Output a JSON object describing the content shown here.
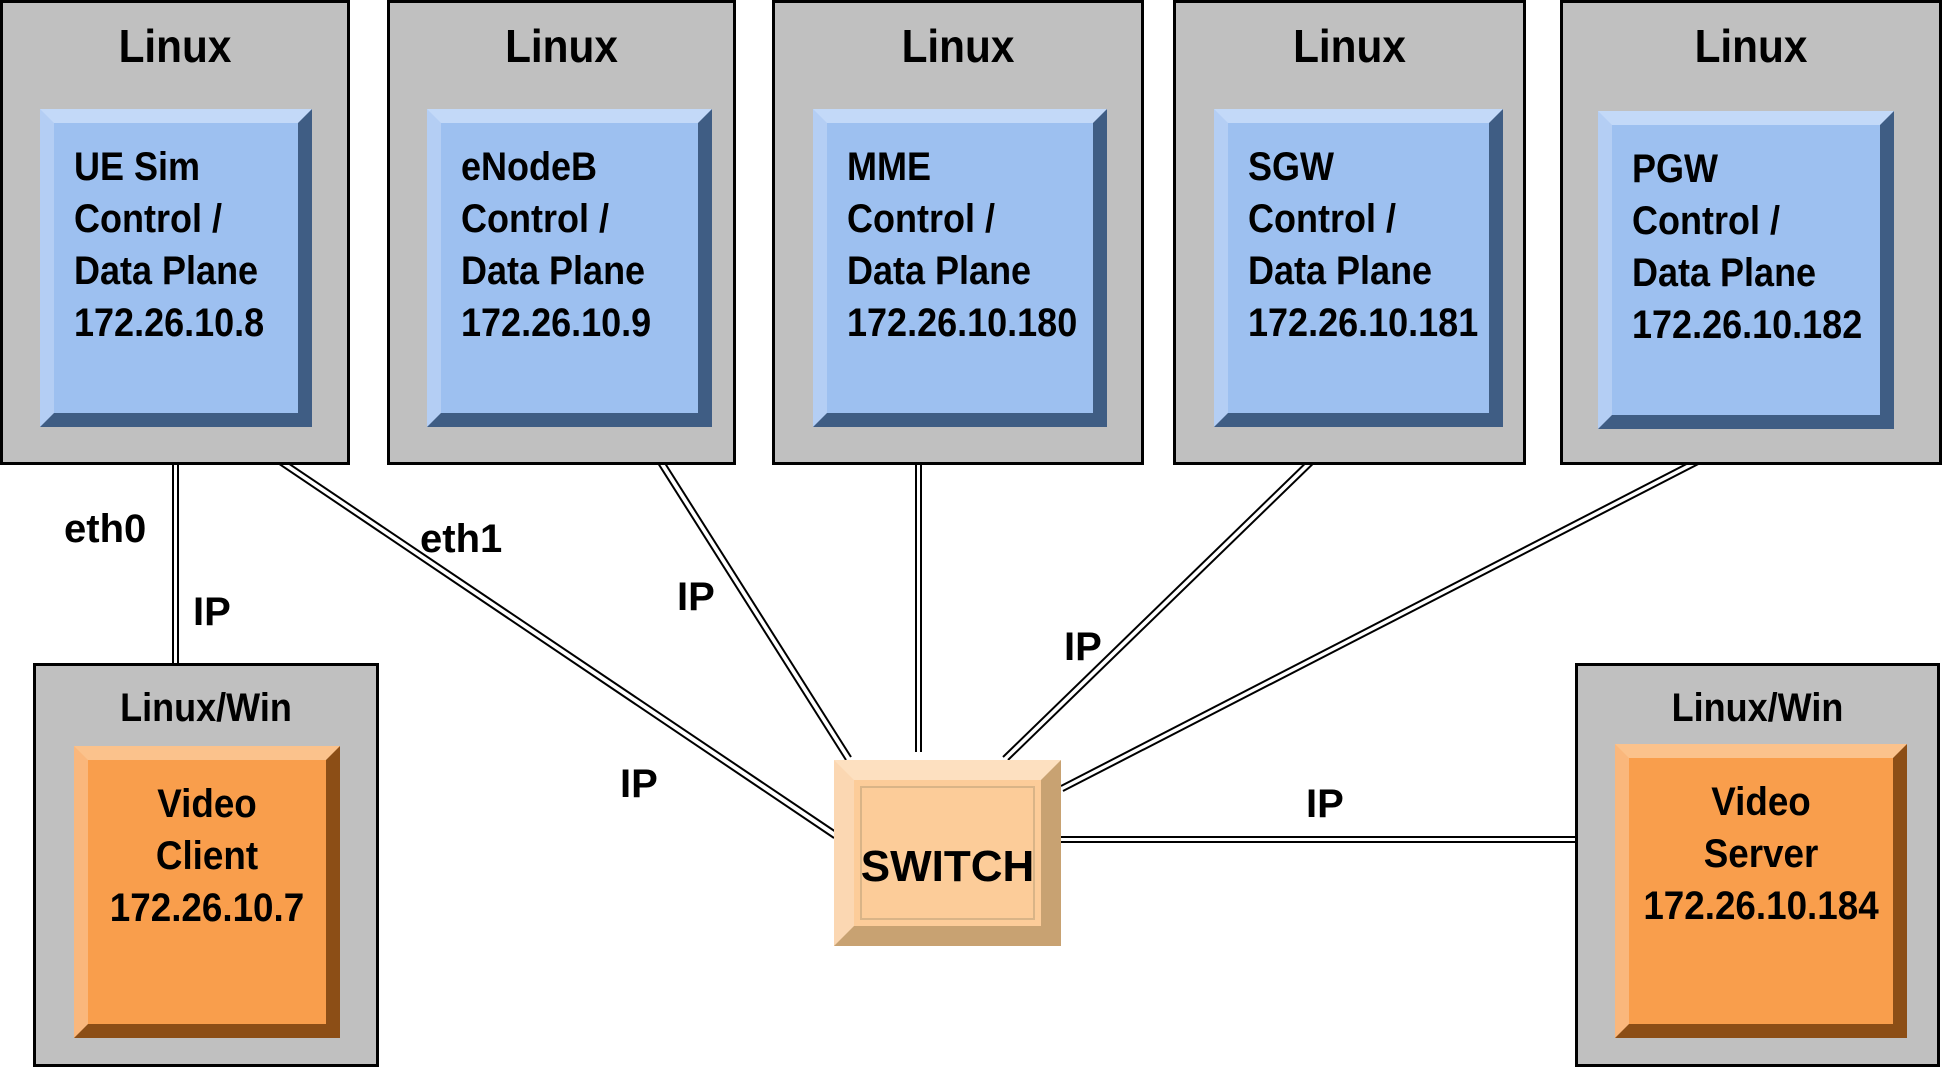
{
  "hosts": [
    {
      "os": "Linux",
      "lines": [
        "UE Sim",
        "Control /",
        "Data Plane",
        "172.26.10.8"
      ]
    },
    {
      "os": "Linux",
      "lines": [
        "eNodeB",
        "Control /",
        "Data Plane",
        "172.26.10.9"
      ]
    },
    {
      "os": "Linux",
      "lines": [
        "MME",
        "Control /",
        "Data Plane",
        "172.26.10.180"
      ]
    },
    {
      "os": "Linux",
      "lines": [
        "SGW",
        "Control /",
        "Data Plane",
        "172.26.10.181"
      ]
    },
    {
      "os": "Linux",
      "lines": [
        "PGW",
        "Control /",
        "Data Plane",
        "172.26.10.182"
      ]
    }
  ],
  "client": {
    "os": "Linux/Win",
    "lines": [
      "Video",
      "Client",
      "172.26.10.7"
    ]
  },
  "server": {
    "os": "Linux/Win",
    "lines": [
      "Video",
      "Server",
      "172.26.10.184"
    ]
  },
  "switch": {
    "label": "SWITCH"
  },
  "links": {
    "eth0": "eth0",
    "eth1": "eth1",
    "ip": "IP"
  },
  "colors": {
    "host_bg": "#c0c0c0",
    "node_blue": "#9dc0f0",
    "node_orange": "#f99e4c",
    "switch": "#fccc99"
  }
}
